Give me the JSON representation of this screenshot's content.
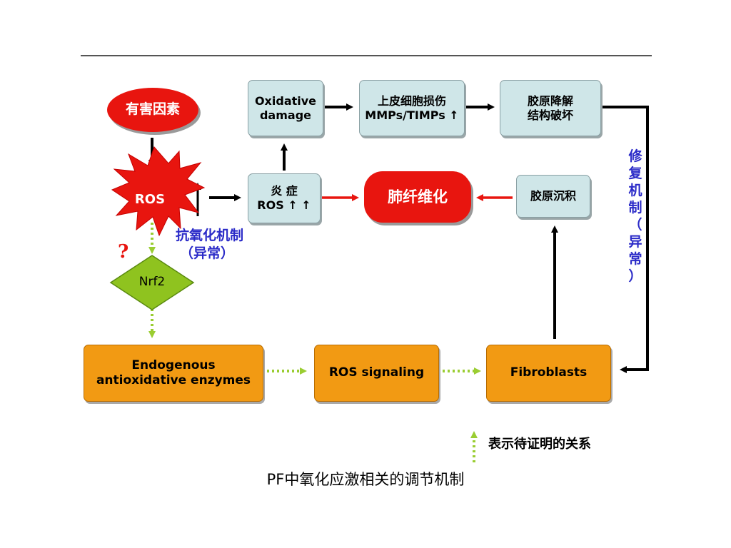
{
  "nodes": {
    "harmful_factors": "有害因素",
    "ros": "ROS",
    "oxidative_damage": [
      "Oxidative",
      "damage"
    ],
    "epithelial_injury": [
      "上皮细胞损伤",
      "MMPs/TIMPs ↑"
    ],
    "collagen_degradation": [
      "胶原降解",
      "结构破坏"
    ],
    "inflammation": [
      "炎 症",
      "ROS ↑ ↑"
    ],
    "pulmonary_fibrosis": "肺纤维化",
    "collagen_deposition": "胶原沉积",
    "nrf2": "Nrf2",
    "endogenous_enzymes": [
      "Endogenous",
      "antioxidative enzymes"
    ],
    "ros_signaling": "ROS signaling",
    "fibroblasts": "Fibroblasts"
  },
  "labels": {
    "antioxidant_mechanism": [
      "抗氧化机制",
      "（异常）"
    ],
    "question_mark": "?",
    "repair_mechanism": [
      "修",
      "复",
      "机",
      "制",
      "（",
      "异",
      "常",
      "）"
    ],
    "legend_text": "表示待证明的关系"
  },
  "caption": "PF中氧化应激相关的调节机制",
  "colors": {
    "red": "#e8150f",
    "teal": "#cfe6e8",
    "orange": "#f29a13",
    "dotted_green": "#9acd32",
    "nrf2_green": "#8fc31f",
    "blue_label": "#2b2bc8",
    "question_red": "#e8150f"
  }
}
